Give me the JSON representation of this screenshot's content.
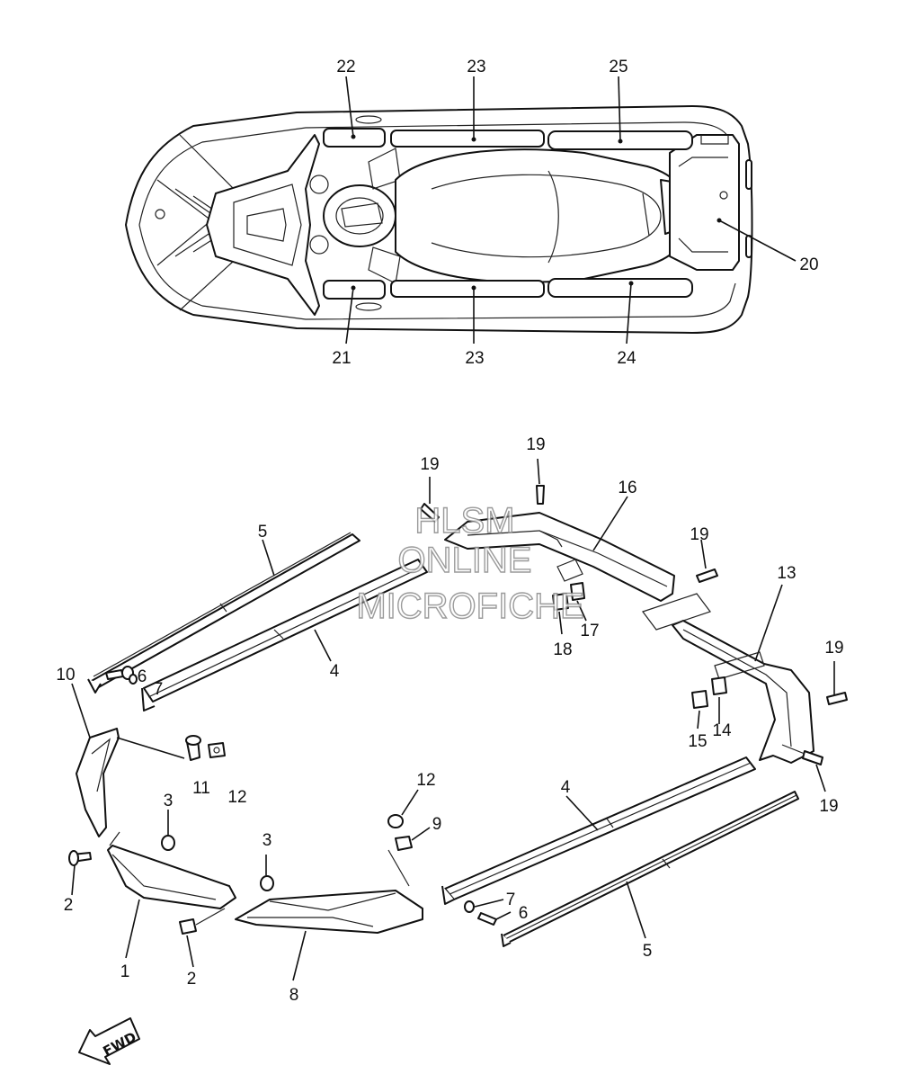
{
  "callouts": {
    "c1": "1",
    "c2a": "2",
    "c2b": "2",
    "c3a": "3",
    "c3b": "3",
    "c4a": "4",
    "c4b": "4",
    "c5a": "5",
    "c5b": "5",
    "c6a": "6",
    "c6b": "6",
    "c7a": "7",
    "c7b": "7",
    "c8": "8",
    "c9": "9",
    "c10": "10",
    "c11": "11",
    "c12a": "12",
    "c12b": "12",
    "c13": "13",
    "c14": "14",
    "c15": "15",
    "c16": "16",
    "c17": "17",
    "c18": "18",
    "c19a": "19",
    "c19b": "19",
    "c19c": "19",
    "c19d": "19",
    "c19e": "19",
    "c20": "20",
    "c21": "21",
    "c22": "22",
    "c23a": "23",
    "c23b": "23",
    "c24": "24",
    "c25": "25"
  },
  "watermark": {
    "line1": "HLSM",
    "line2": "ONLINE",
    "line3": "MICROFICHE"
  },
  "direction_label": "FWD",
  "icons": {
    "direction_arrow": "fwd-arrow-icon"
  }
}
